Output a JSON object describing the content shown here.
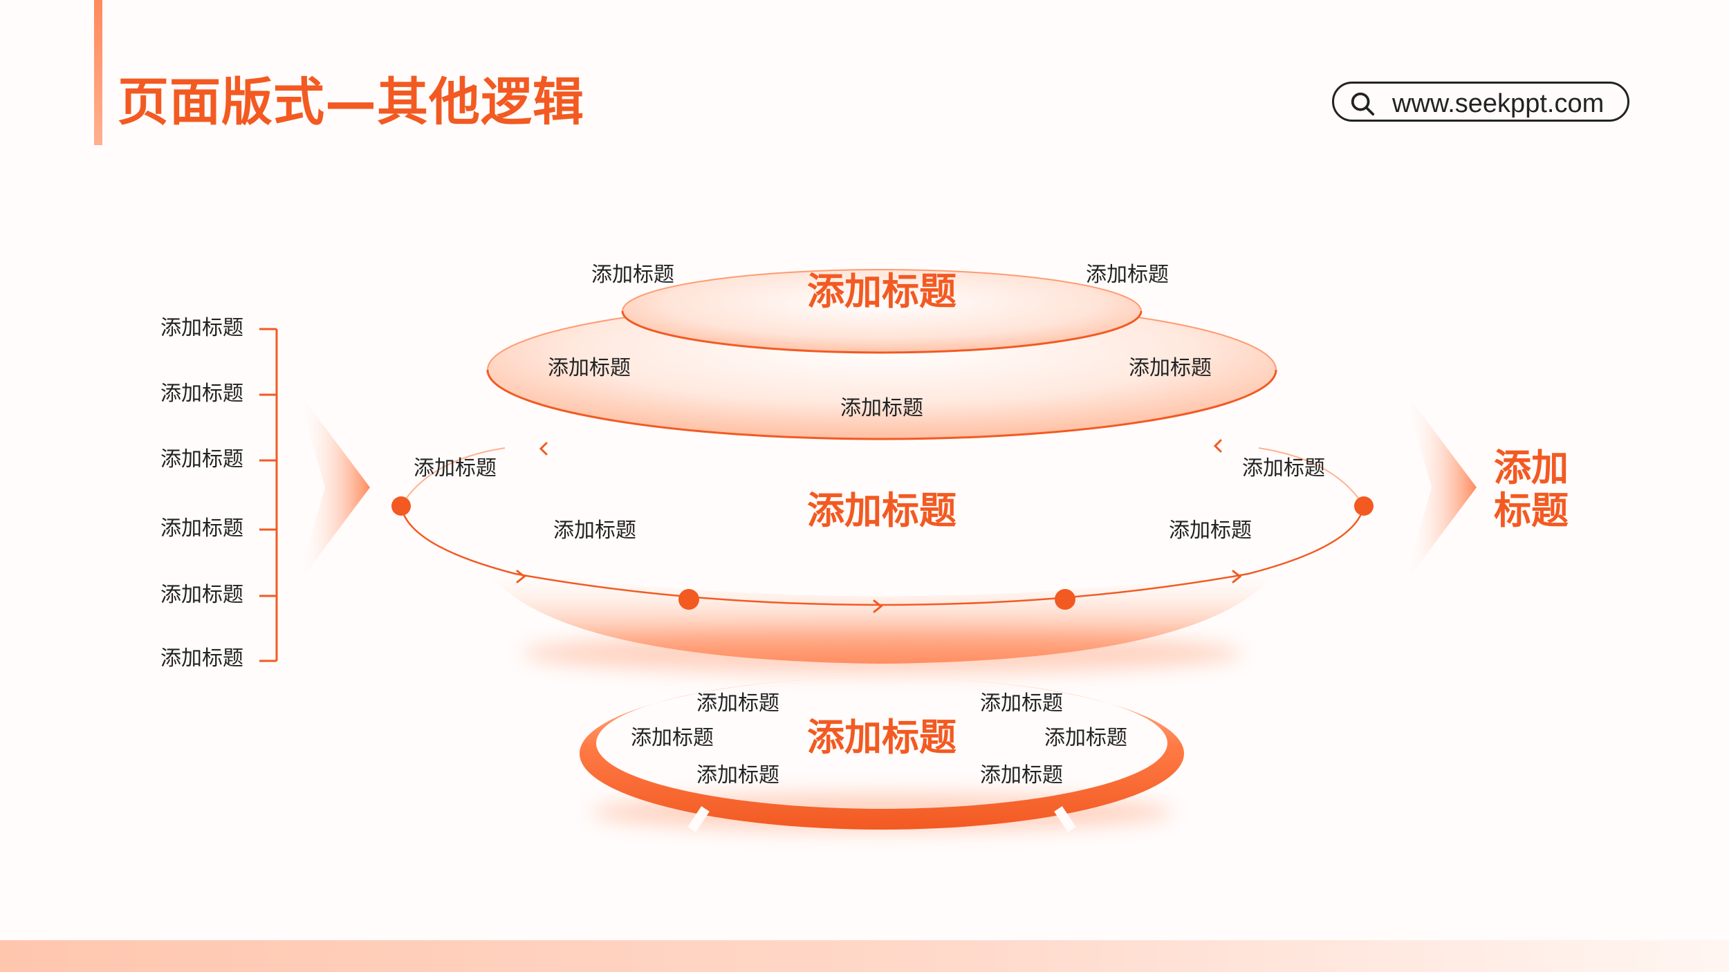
{
  "header": {
    "title": "页面版式—其他逻辑",
    "url": "www.seekppt.com"
  },
  "colors": {
    "accent": "#f25a22",
    "accent_light": "#ffb08f",
    "text": "#222222"
  },
  "icons": {
    "search": "search-icon",
    "arrow": "chevron-arrow-icon"
  },
  "left_list": {
    "items": [
      "添加标题",
      "添加标题",
      "添加标题",
      "添加标题",
      "添加标题",
      "添加标题"
    ]
  },
  "top_tier": {
    "title": "添加标题",
    "left_label": "添加标题",
    "right_label": "添加标题"
  },
  "second_tier": {
    "left_label": "添加标题",
    "right_label": "添加标题",
    "bottom_label": "添加标题"
  },
  "middle_tier": {
    "title": "添加标题",
    "outer_left": "添加标题",
    "outer_right": "添加标题",
    "inner_left": "添加标题",
    "inner_right": "添加标题"
  },
  "bottom_ring": {
    "title": "添加标题",
    "labels": [
      "添加标题",
      "添加标题",
      "添加标题",
      "添加标题",
      "添加标题",
      "添加标题"
    ]
  },
  "right_side": {
    "title_line1": "添加",
    "title_line2": "标题"
  }
}
